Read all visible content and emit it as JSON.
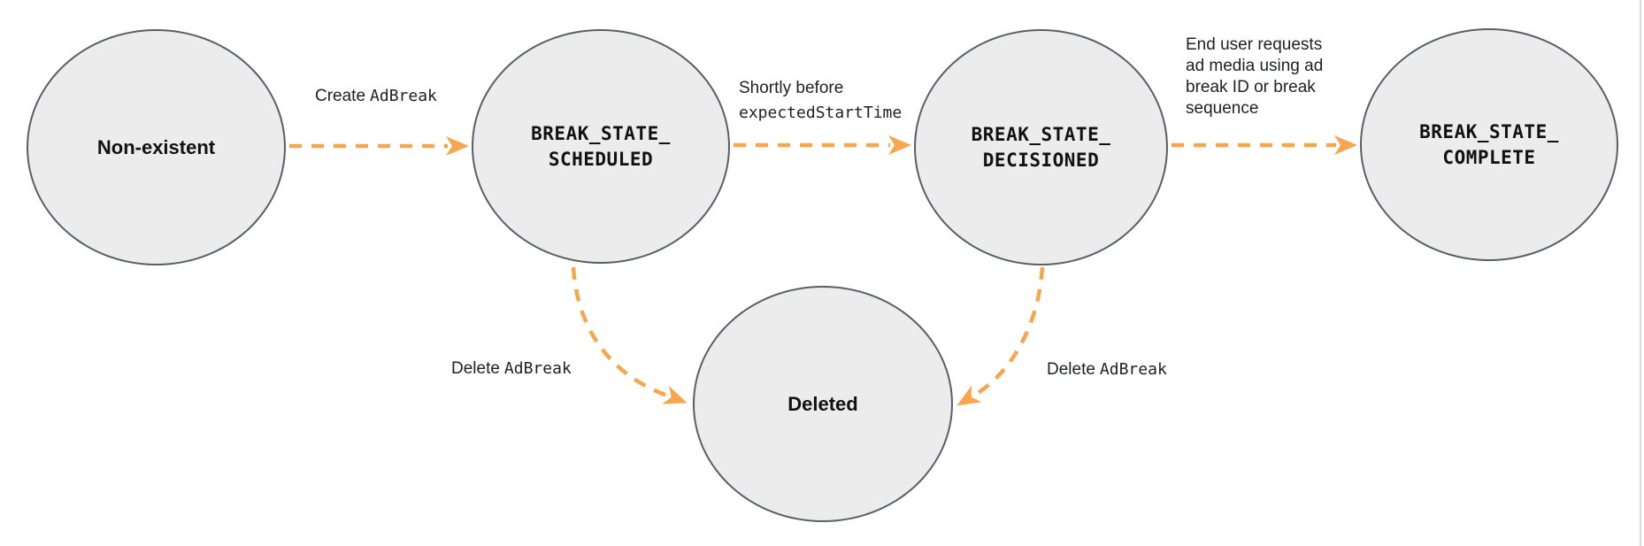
{
  "diagram": {
    "type": "state-diagram",
    "colors": {
      "arrow": "#F7A64F",
      "state_fill": "#ECECEC",
      "state_border": "#5B5E63",
      "text": "#202124",
      "page_edge_line": "#DBDBDB"
    },
    "states": {
      "non_existent": {
        "label": "Non-existent"
      },
      "scheduled": {
        "lines": [
          "BREAK_STATE_",
          "SCHEDULED"
        ]
      },
      "decisioned": {
        "lines": [
          "BREAK_STATE_",
          "DECISIONED"
        ]
      },
      "complete": {
        "lines": [
          "BREAK_STATE_",
          "COMPLETE"
        ]
      },
      "deleted": {
        "label": "Deleted"
      }
    },
    "edges": {
      "create_adbreak": {
        "from": "non_existent",
        "to": "scheduled",
        "action": "Create",
        "code": "AdBreak"
      },
      "shortly_before": {
        "from": "scheduled",
        "to": "decisioned",
        "line1": "Shortly before",
        "line2_code": "expectedStartTime"
      },
      "end_user_requests": {
        "from": "decisioned",
        "to": "complete",
        "lines": [
          "End user requests",
          "ad media using ad",
          "break ID or break",
          "sequence"
        ]
      },
      "delete_adbreak_left": {
        "from": "scheduled",
        "to": "deleted",
        "action": "Delete",
        "code": "AdBreak"
      },
      "delete_adbreak_right": {
        "from": "decisioned",
        "to": "deleted",
        "action": "Delete",
        "code": "AdBreak"
      }
    }
  }
}
